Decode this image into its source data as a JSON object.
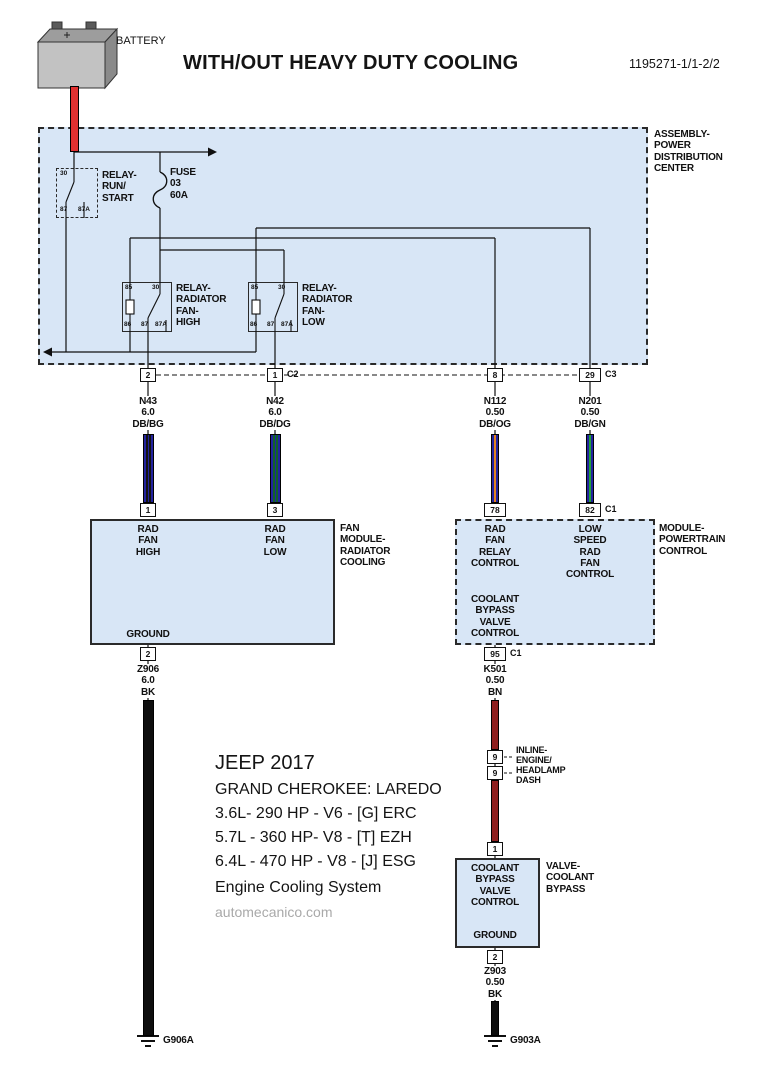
{
  "colors": {
    "module_fill": "#d8e6f6",
    "line": "#101010",
    "battery_wire_red": "#e03030",
    "watermark_gray": "#a9a9a9"
  },
  "header": {
    "battery_label": "BATTERY",
    "title": "WITH/OUT HEAVY DUTY COOLING",
    "ref_number": "1195271-1/1-2/2"
  },
  "pdc": {
    "name": "ASSEMBLY-\nPOWER\nDISTRIBUTION\nCENTER",
    "relay_run_start": {
      "label": "RELAY-\nRUN/\nSTART",
      "pin_30": "30",
      "pin_87": "87",
      "pin_87a": "87A"
    },
    "fuse": {
      "label": "FUSE\n03\n60A"
    },
    "relay_fan_high": {
      "label": "RELAY-\nRADIATOR\nFAN-\nHIGH",
      "pin_85": "85",
      "pin_30": "30",
      "pin_86": "86",
      "pin_87": "87",
      "pin_87a": "87A"
    },
    "relay_fan_low": {
      "label": "RELAY-\nRADIATOR\nFAN-\nLOW",
      "pin_85": "85",
      "pin_30": "30",
      "pin_86": "86",
      "pin_87": "87",
      "pin_87a": "87A"
    },
    "out_pins": {
      "pin2": "2",
      "pin1": "1",
      "c2": "C2",
      "pin8": "8",
      "pin29": "29",
      "c3": "C3"
    }
  },
  "wires": {
    "battery": {
      "stripes": [
        "#e03030"
      ]
    },
    "n43": {
      "label": "N43\n6.0\nDB/BG",
      "stripes": [
        "#23239e",
        "#121212",
        "#23239e",
        "#121212",
        "#23239e"
      ]
    },
    "n42": {
      "label": "N42\n6.0\nDB/DG",
      "stripes": [
        "#23239e",
        "#11632a",
        "#23239e",
        "#11632a",
        "#23239e"
      ]
    },
    "n112": {
      "label": "N112\n0.50\nDB/OG",
      "stripes": [
        "#23239e",
        "#e2821f",
        "#23239e"
      ]
    },
    "n201": {
      "label": "N201\n0.50\nDB/GN",
      "stripes": [
        "#23239e",
        "#1fa03c",
        "#23239e"
      ]
    },
    "z906": {
      "label": "Z906\n6.0\nBK",
      "stripes": [
        "#0e0e0e"
      ]
    },
    "k501": {
      "label": "K501\n0.50\nBN",
      "stripes": [
        "#8e1f1f"
      ]
    },
    "z903": {
      "label": "Z903\n0.50\nBK",
      "stripes": [
        "#0e0e0e"
      ]
    }
  },
  "fan_module": {
    "pin1": "1",
    "pin3": "3",
    "rad_fan_high": "RAD\nFAN\nHIGH",
    "rad_fan_low": "RAD\nFAN\nLOW",
    "ground": "GROUND",
    "ground_pin": "2",
    "name": "FAN\nMODULE-\nRADIATOR\nCOOLING"
  },
  "pcm": {
    "pin78": "78",
    "pin82": "82",
    "c1_top": "C1",
    "rad_fan_relay_control": "RAD\nFAN\nRELAY\nCONTROL",
    "low_speed_control": "LOW\nSPEED\nRAD\nFAN\nCONTROL",
    "coolant_bypass_control": "COOLANT\nBYPASS\nVALVE\nCONTROL",
    "pin95": "95",
    "c1_bottom": "C1",
    "name": "MODULE-\nPOWERTRAIN\nCONTROL"
  },
  "inline_connector": {
    "pin_top": "9",
    "pin_bottom": "9",
    "label": "INLINE-\nENGINE/\nHEADLAMP\nDASH"
  },
  "valve": {
    "pin1": "1",
    "label": "COOLANT\nBYPASS\nVALVE\nCONTROL",
    "ground": "GROUND",
    "ground_pin": "2",
    "name": "VALVE-\nCOOLANT\nBYPASS"
  },
  "grounds": {
    "g906a": "G906A",
    "g903a": "G903A"
  },
  "vehicle": {
    "line1": "JEEP 2017",
    "line2": "GRAND CHEROKEE: LAREDO",
    "line3": "3.6L- 290 HP - V6 - [G] ERC",
    "line4": "5.7L - 360 HP- V8 - [T] EZH",
    "line5": "6.4L - 470 HP - V8 - [J] ESG",
    "line6": "Engine Cooling System",
    "watermark": "automecanico.com"
  }
}
